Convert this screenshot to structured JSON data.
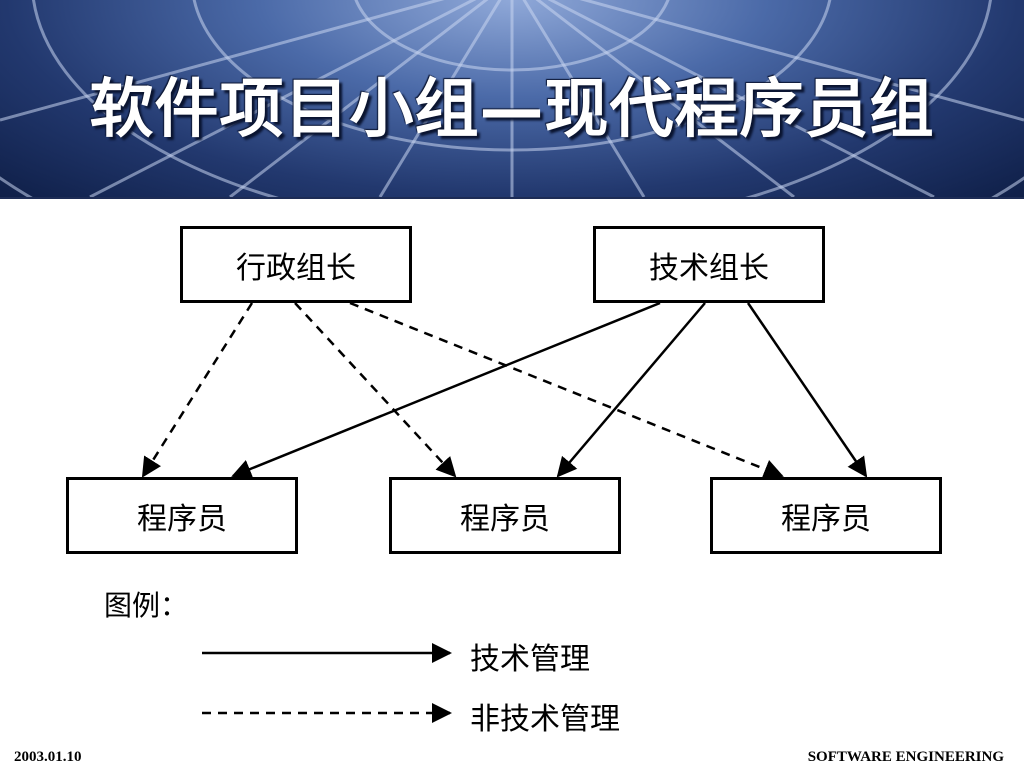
{
  "slide": {
    "title": "软件项目小组—现代程序员组",
    "footer_date": "2003.01.10",
    "footer_course": "SOFTWARE ENGINEERING"
  },
  "diagram": {
    "nodes": {
      "admin_leader": "行政组长",
      "tech_leader": "技术组长",
      "programmer_1": "程序员",
      "programmer_2": "程序员",
      "programmer_3": "程序员"
    },
    "edges": [
      {
        "from": "admin_leader",
        "to": "programmer_1",
        "style": "dashed"
      },
      {
        "from": "admin_leader",
        "to": "programmer_2",
        "style": "dashed"
      },
      {
        "from": "admin_leader",
        "to": "programmer_3",
        "style": "dashed"
      },
      {
        "from": "tech_leader",
        "to": "programmer_1",
        "style": "solid"
      },
      {
        "from": "tech_leader",
        "to": "programmer_2",
        "style": "solid"
      },
      {
        "from": "tech_leader",
        "to": "programmer_3",
        "style": "solid"
      }
    ],
    "legend": {
      "title": "图例：",
      "solid_label": "技术管理",
      "dashed_label": "非技术管理"
    }
  },
  "colors": {
    "header_dark": "#22386e",
    "line": "#000000"
  }
}
